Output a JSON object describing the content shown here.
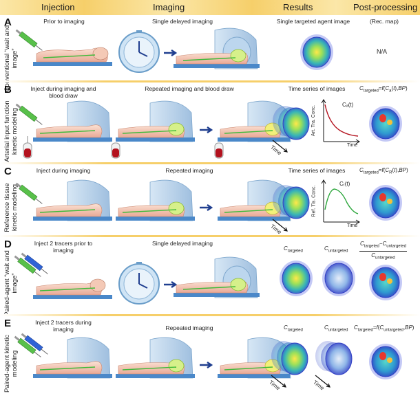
{
  "headers": {
    "injection": "Injection",
    "imaging": "Imaging",
    "results": "Results",
    "post": "Post-processing"
  },
  "rows": [
    {
      "letter": "A",
      "label": "Conventional “wait and image”",
      "inj": "Prior to imaging",
      "img": "Single delayed imaging",
      "res": "Single targeted agent image",
      "post": "(Rec. map)",
      "na": "N/A"
    },
    {
      "letter": "B",
      "label": "Arterial input function kinetic modeling",
      "inj": "Inject during imaging and blood draw",
      "img": "Repeated imaging and blood draw",
      "res": "Time series of images",
      "curve": "Cₐ(t)",
      "yaxis": "Art. Tra. Conc.",
      "time": "Time"
    },
    {
      "letter": "C",
      "label": "Reference tissue kinetic modeling",
      "inj": "Inject during imaging",
      "img": "Repeated imaging",
      "res": "Time series of images",
      "curve": "Cᵣ(t)",
      "yaxis": "Ref. Tis. Conc.",
      "time": "Time"
    },
    {
      "letter": "D",
      "label": "Paired-agent “wait and image”",
      "inj": "Inject 2 tracers prior to imaging",
      "img": "Single delayed imaging",
      "res1": "targeted",
      "res2": "untargeted"
    },
    {
      "letter": "E",
      "label": "Paired-agent kinetic modeling",
      "inj": "Inject 2 tracers during imaging",
      "img": "Repeated imaging",
      "res1": "targeted",
      "res2": "untargeted",
      "time": "Time"
    }
  ],
  "icons": [
    "syringe-icon",
    "clock-icon",
    "arrow-icon",
    "scanner-icon",
    "patient-icon",
    "brain-map-icon",
    "blood-tube-icon",
    "curve-plot-icon"
  ]
}
